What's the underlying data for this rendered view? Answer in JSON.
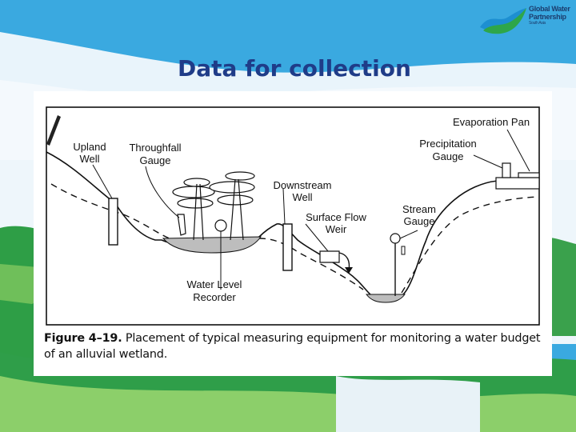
{
  "slide": {
    "title": "Data for collection"
  },
  "logo": {
    "line1": "Global Water",
    "line2": "Partnership",
    "line3": "South Asia"
  },
  "figure": {
    "labels": {
      "upland_well_1": "Upland",
      "upland_well_2": "Well",
      "throughfall_1": "Throughfall",
      "throughfall_2": "Gauge",
      "downstream_1": "Downstream",
      "downstream_2": "Well",
      "surface_flow_1": "Surface Flow",
      "surface_flow_2": "Weir",
      "water_level_1": "Water Level",
      "water_level_2": "Recorder",
      "stream_gauge_1": "Stream",
      "stream_gauge_2": "Gauge",
      "precip_1": "Precipitation",
      "precip_2": "Gauge",
      "evaporation_pan": "Evaporation Pan"
    },
    "caption_number": "Figure 4–19.",
    "caption_text": "Placement of typical measuring equipment for monitoring a water budget of an alluvial wetland."
  },
  "colors": {
    "title": "#1f3c88",
    "sky_blue": "#33a6df",
    "grass_green": "#2e9e46"
  }
}
